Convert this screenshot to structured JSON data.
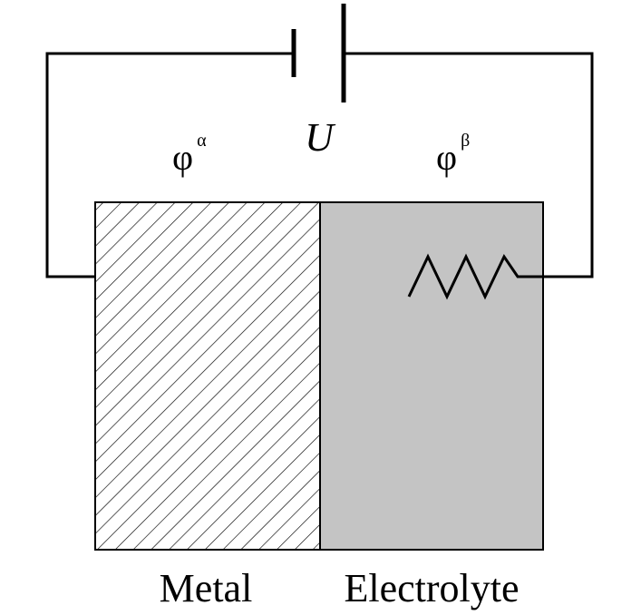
{
  "diagram": {
    "voltage_label": "U",
    "metal_potential": {
      "symbol": "φ",
      "superscript": "α"
    },
    "electrolyte_potential": {
      "symbol": "φ",
      "superscript": "β"
    },
    "metal_label": "Metal",
    "electrolyte_label": "Electrolyte"
  },
  "colors": {
    "line": "#000000",
    "electrolyte_fill": "#c4c4c4",
    "metal_fill": "#ffffff",
    "background": "#ffffff"
  }
}
